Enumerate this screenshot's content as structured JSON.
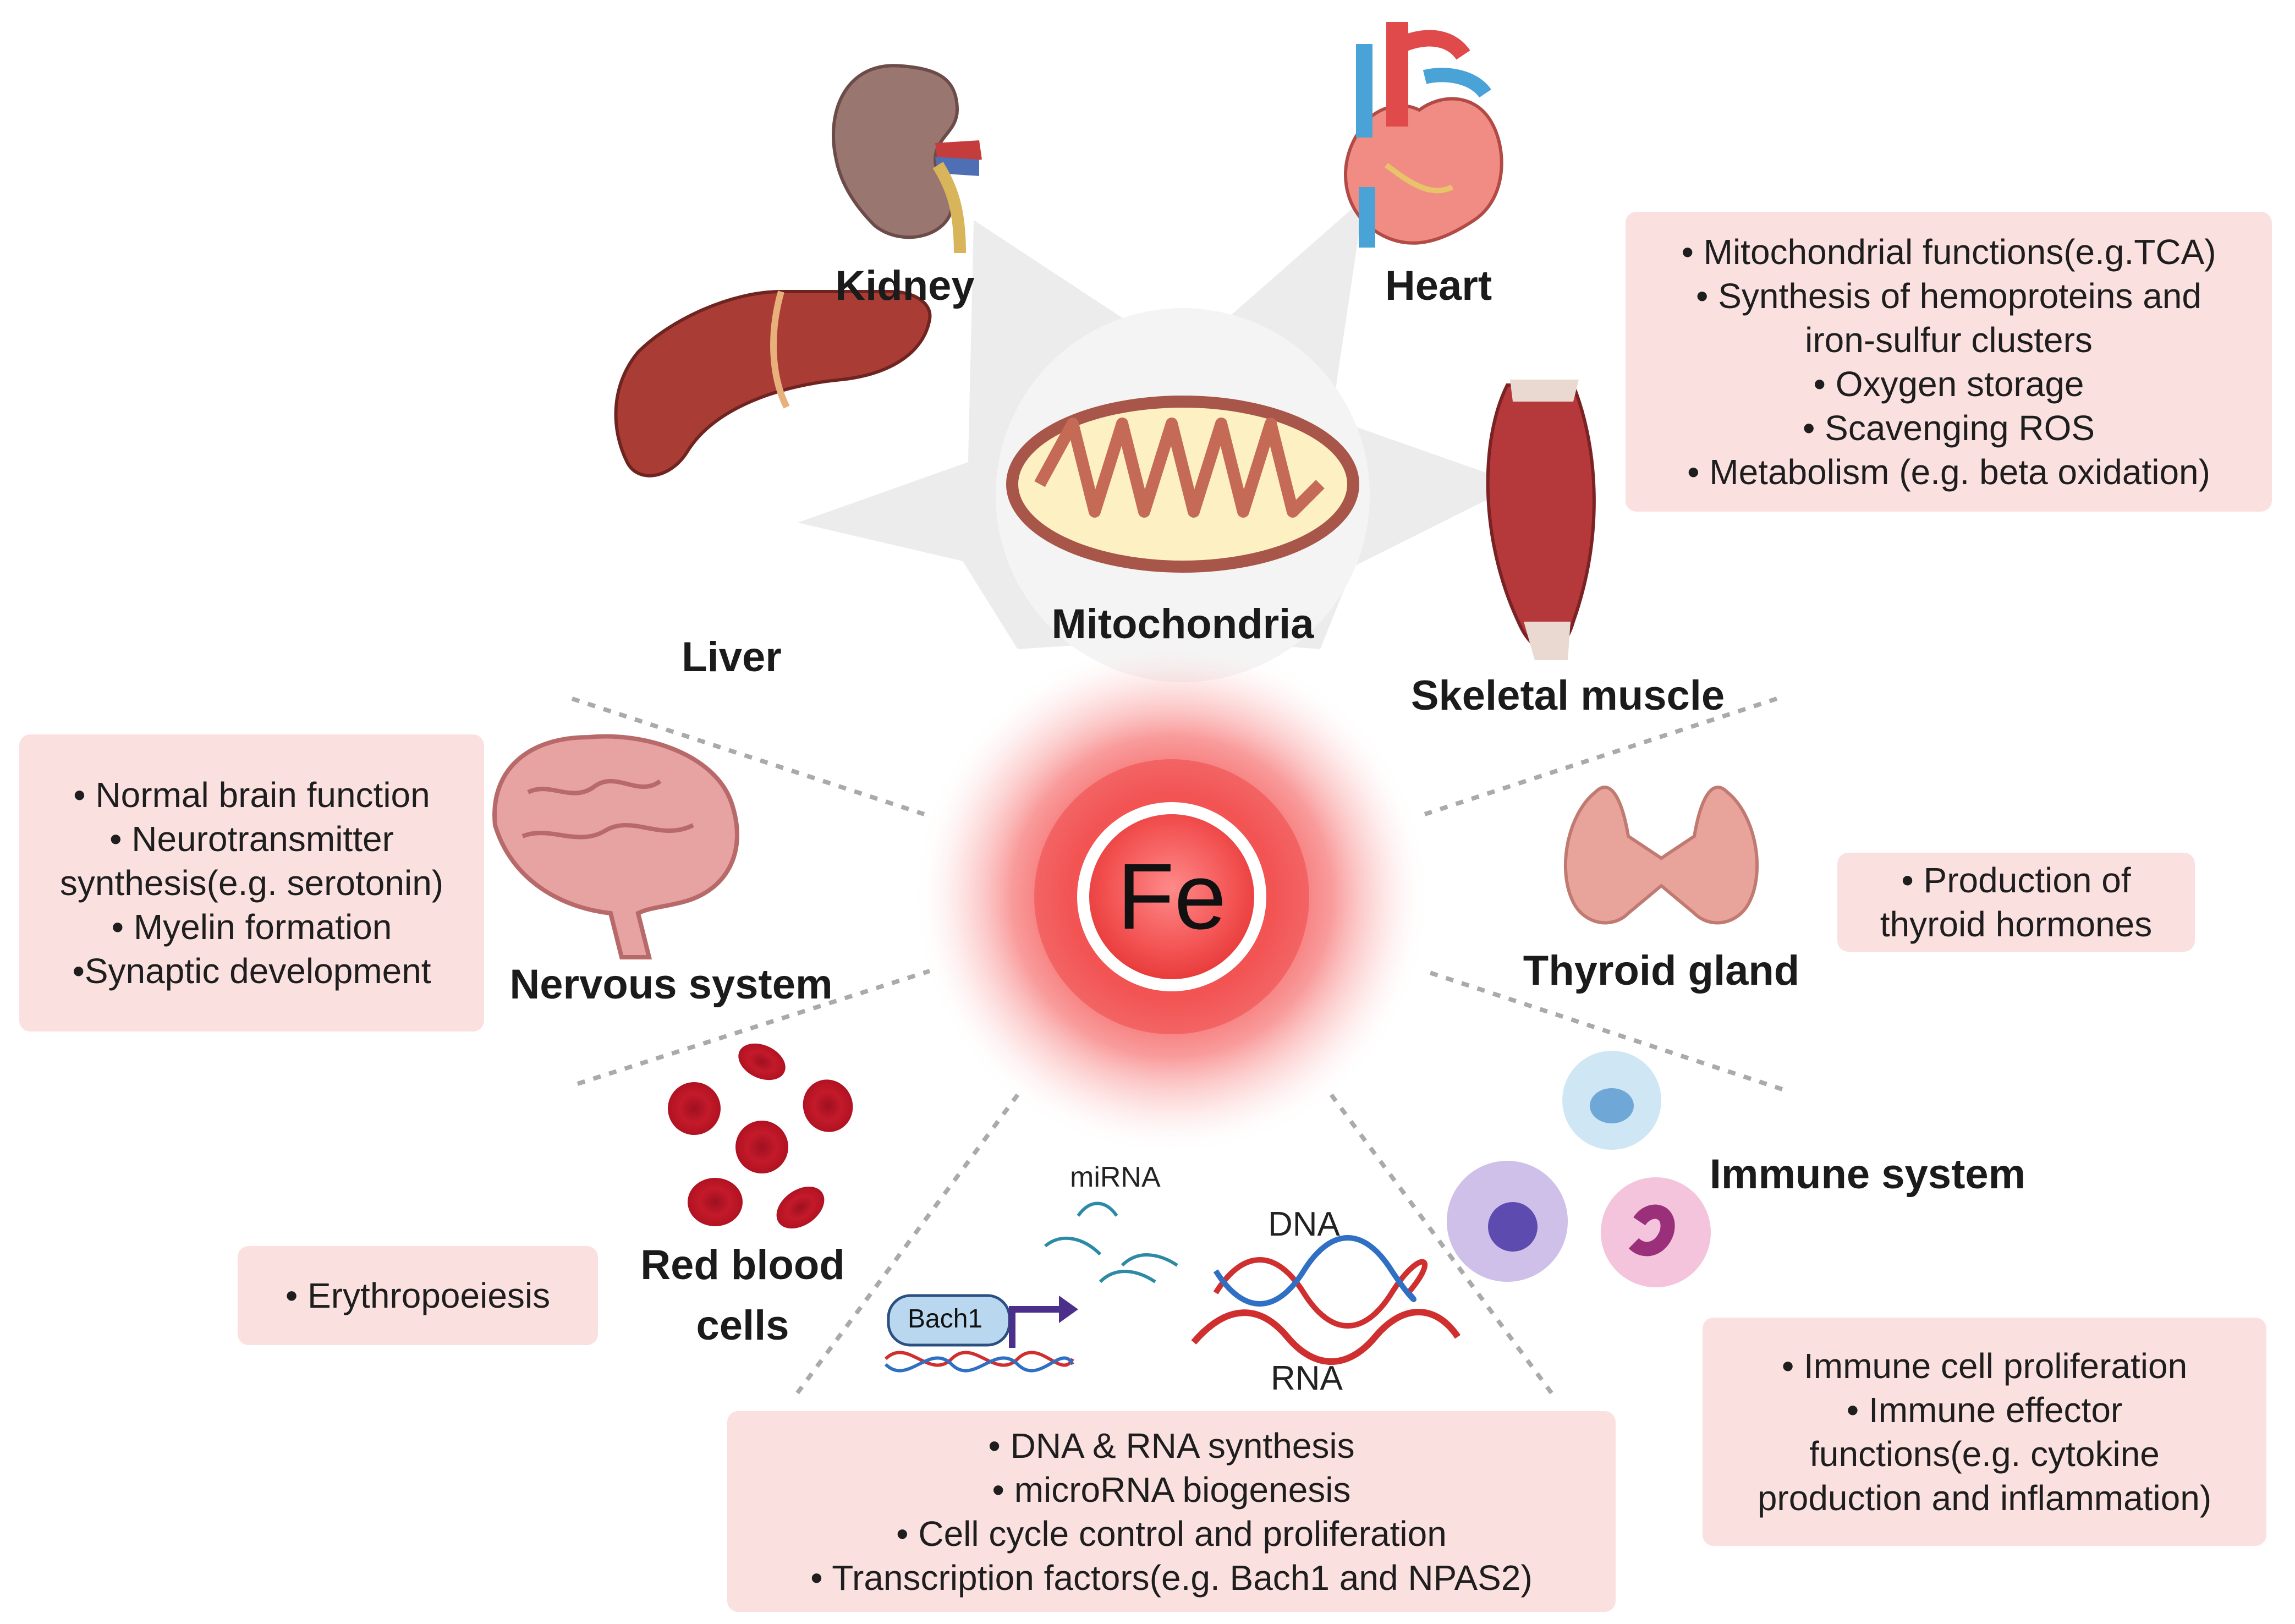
{
  "center": {
    "symbol": "Fe"
  },
  "labels": {
    "kidney": "Kidney",
    "heart": "Heart",
    "liver": "Liver",
    "mitochondria": "Mitochondria",
    "skeletal_muscle": "Skeletal muscle",
    "nervous_system": "Nervous system",
    "thyroid_gland": "Thyroid gland",
    "immune_system": "Immune system",
    "red_blood_cells_1": "Red blood",
    "red_blood_cells_2": "cells",
    "mirna": "miRNA",
    "dna": "DNA",
    "rna": "RNA",
    "bach1": "Bach1"
  },
  "boxes": {
    "mitochondria": [
      "• Mitochondrial functions(e.g.TCA)",
      "• Synthesis of hemoproteins and",
      "iron-sulfur clusters",
      "• Oxygen storage",
      "•  Scavenging ROS",
      "• Metabolism (e.g. beta oxidation)"
    ],
    "nervous": [
      "• Normal brain function",
      "• Neurotransmitter",
      "synthesis(e.g. serotonin)",
      "• Myelin formation",
      "•Synaptic development"
    ],
    "thyroid": [
      "• Production of",
      "thyroid hormones"
    ],
    "rbc": [
      "• Erythropoeiesis"
    ],
    "immune": [
      "• Immune cell proliferation",
      "• Immune effector",
      "functions(e.g. cytokine",
      "production and inflammation)"
    ],
    "nucleic": [
      "• DNA & RNA synthesis",
      "•  microRNA biogenesis",
      "• Cell cycle control and proliferation",
      "•  Transcription factors(e.g. Bach1 and NPAS2)"
    ]
  },
  "colors": {
    "box_fill": "#fbe0e0",
    "glow": "#f45a5a",
    "fe_ring": "#ef4a4a",
    "dotted_line": "#aaaaaa"
  }
}
